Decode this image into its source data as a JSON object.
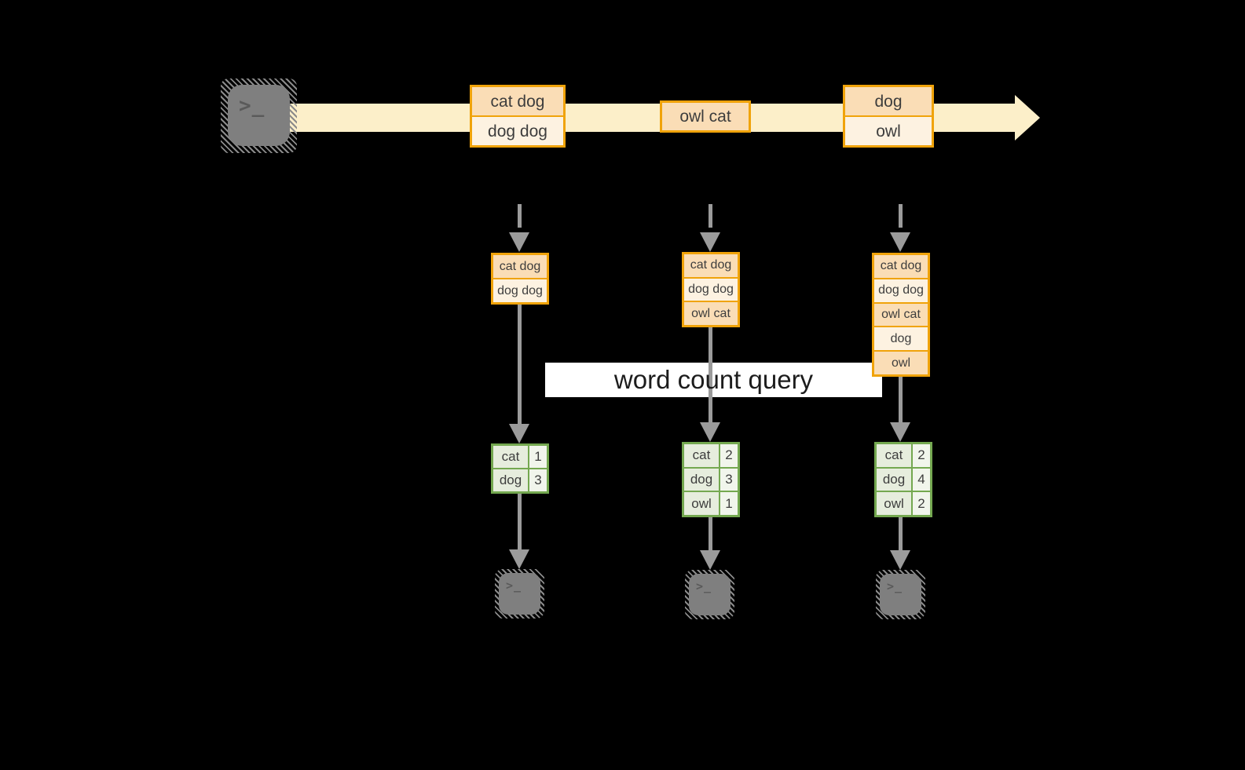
{
  "query_label": "word count query",
  "terminal_glyph": ">_",
  "colors": {
    "background": "#000000",
    "stream_band": "#fcefc9",
    "box_border_orange": "#f0a30a",
    "cell_peach": "#faddb6",
    "cell_cream": "#fdf2e1",
    "table_border_green": "#74a850",
    "table_word_cell": "#e6eddd",
    "table_count_cell": "#f1f5ec",
    "arrow_gray": "#9b9b9b",
    "terminal_gray": "#7f7f7f",
    "query_band": "#ffffff",
    "text_dark": "#3d3d3d"
  },
  "timeline": {
    "batches": [
      {
        "lines": [
          "cat dog",
          "dog dog"
        ]
      },
      {
        "lines": [
          "owl cat"
        ]
      },
      {
        "lines": [
          "dog",
          "owl"
        ]
      }
    ]
  },
  "columns": [
    {
      "input": [
        "cat dog",
        "dog dog"
      ],
      "result": [
        {
          "word": "cat",
          "count": "1"
        },
        {
          "word": "dog",
          "count": "3"
        }
      ]
    },
    {
      "input": [
        "cat dog",
        "dog dog",
        "owl cat"
      ],
      "result": [
        {
          "word": "cat",
          "count": "2"
        },
        {
          "word": "dog",
          "count": "3"
        },
        {
          "word": "owl",
          "count": "1"
        }
      ]
    },
    {
      "input": [
        "cat dog",
        "dog dog",
        "owl cat",
        "dog",
        "owl"
      ],
      "result": [
        {
          "word": "cat",
          "count": "2"
        },
        {
          "word": "dog",
          "count": "4"
        },
        {
          "word": "owl",
          "count": "2"
        }
      ]
    }
  ]
}
